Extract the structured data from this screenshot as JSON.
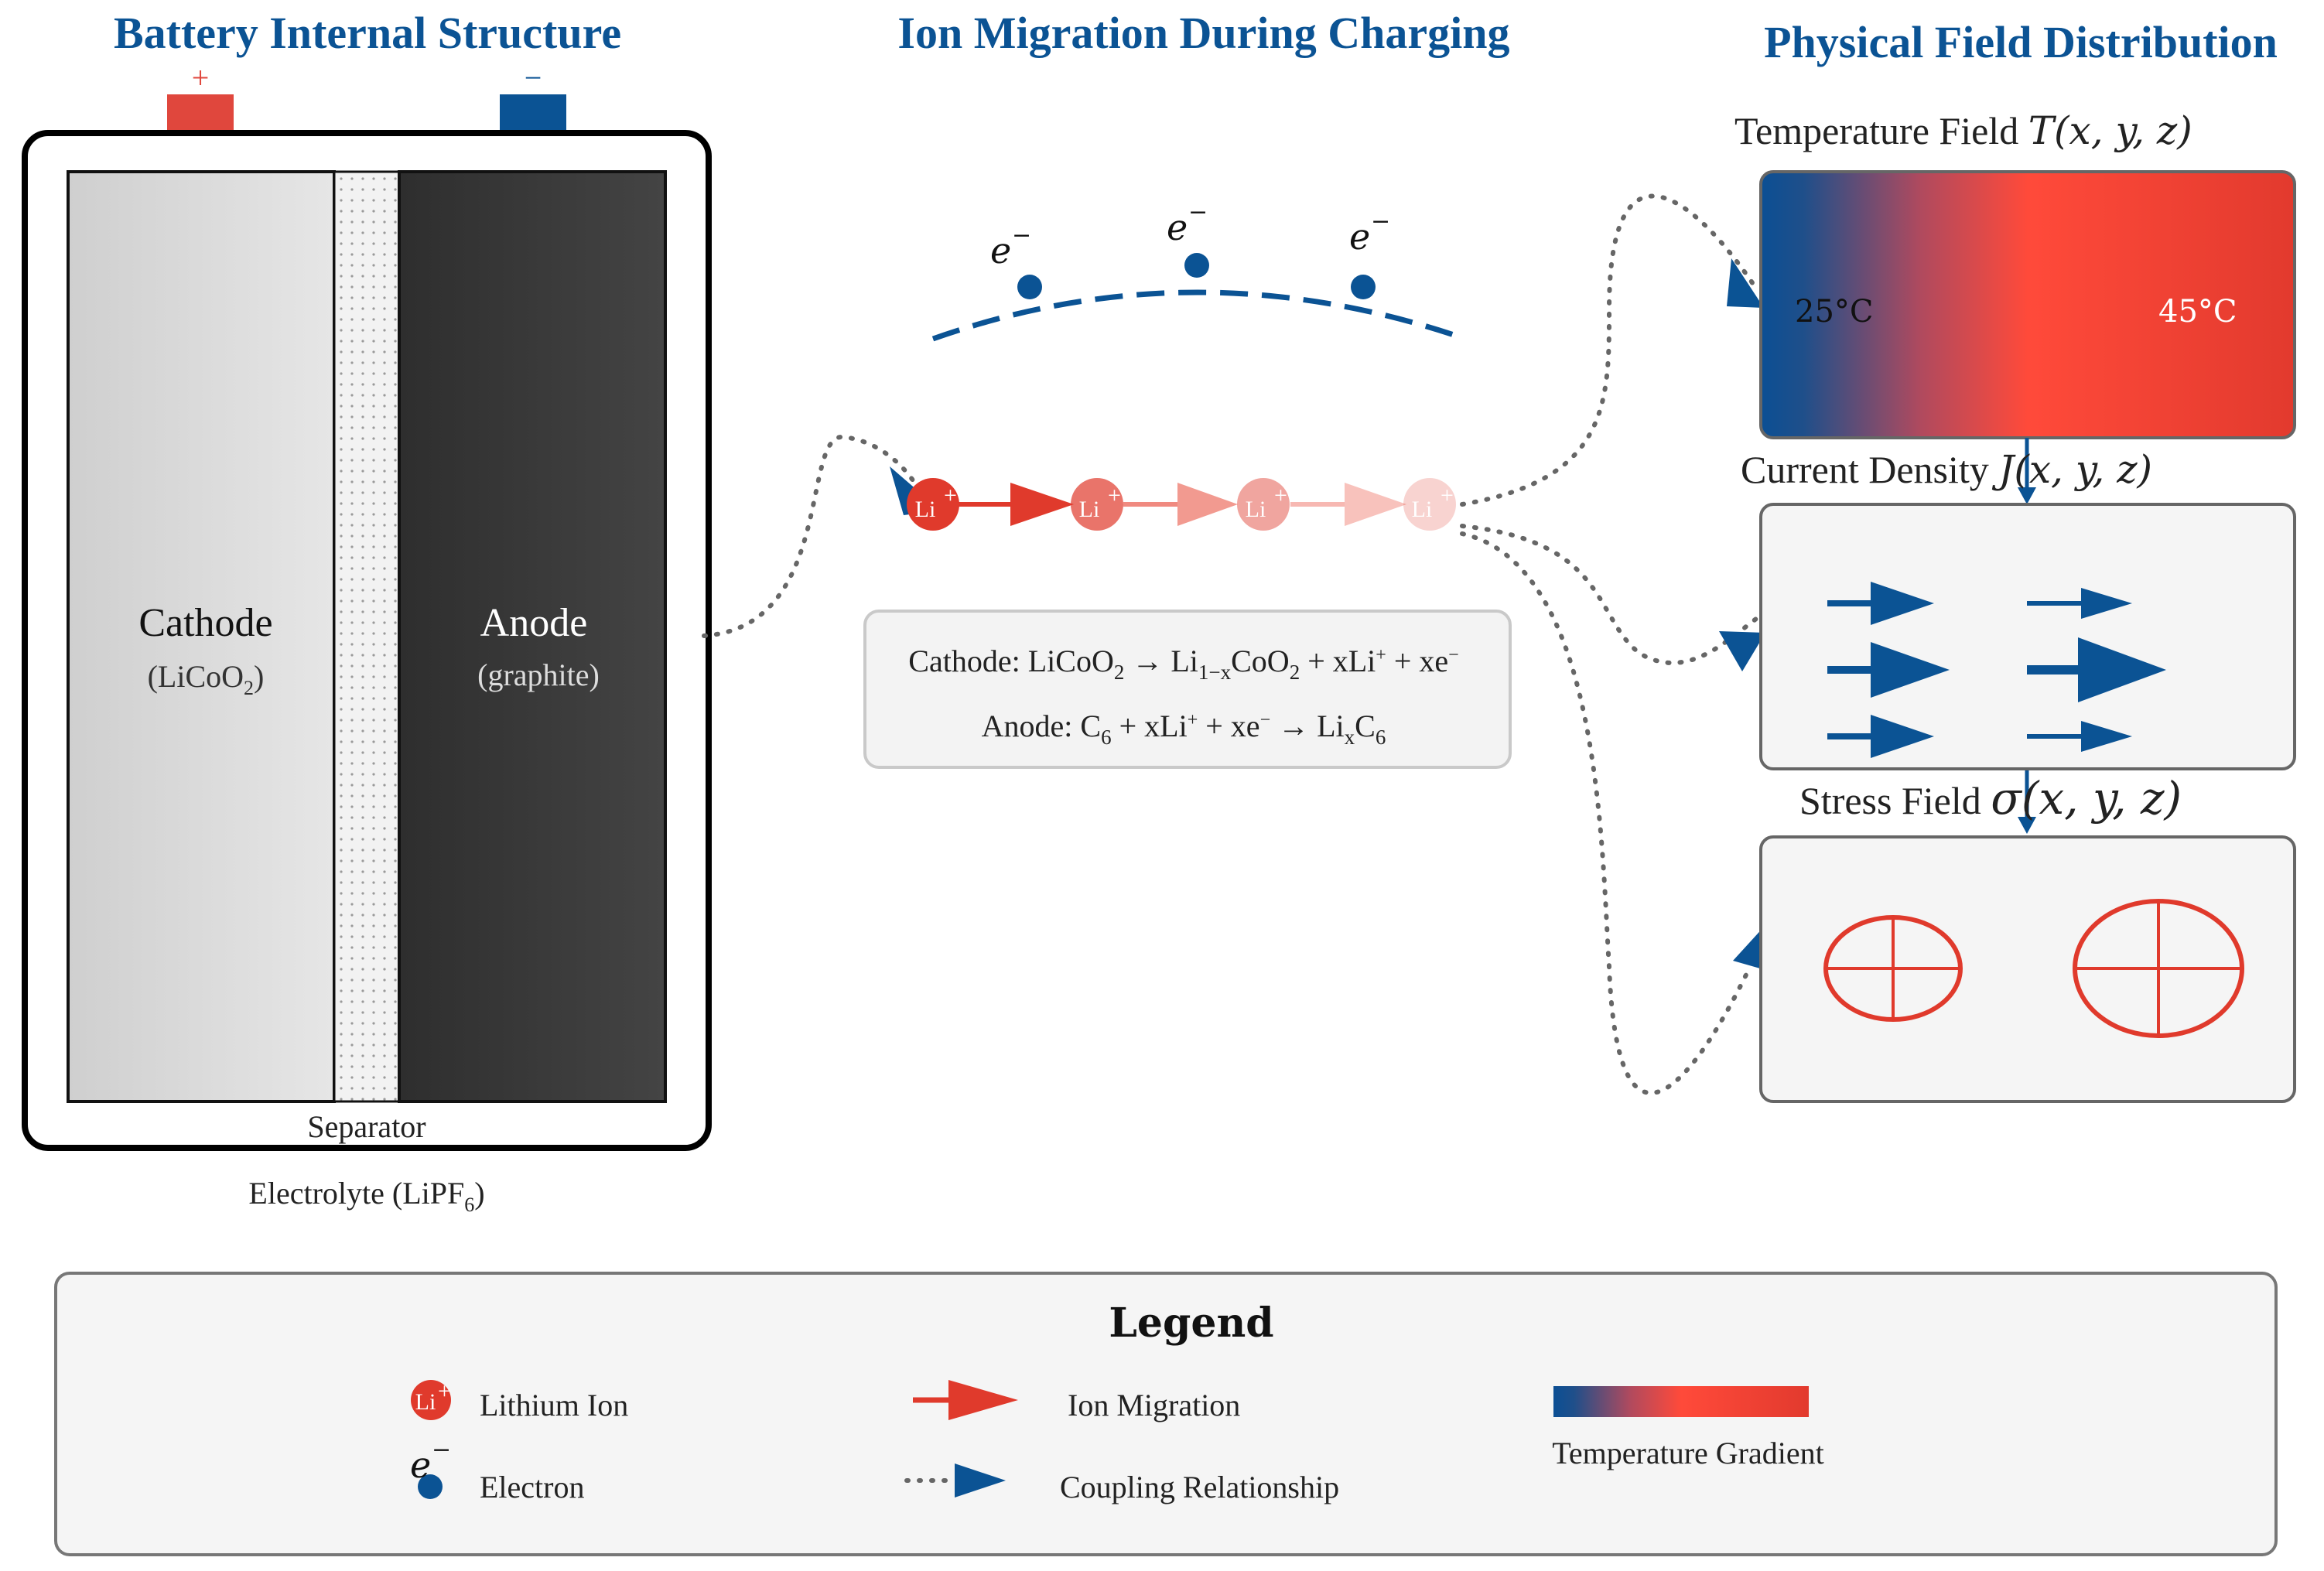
{
  "titles": {
    "structure": "Battery Internal Structure",
    "migration": "Ion Migration During Charging",
    "fields": "Physical Field Distribution"
  },
  "battery": {
    "positive_symbol": "+",
    "negative_symbol": "−",
    "cathode_label": "Cathode",
    "cathode_formula_a": "(LiCoO",
    "cathode_formula_sub": "2",
    "cathode_formula_b": ")",
    "anode_label": "Anode",
    "anode_material": "(graphite)",
    "separator_label": "Separator",
    "electrolyte_a": "Electrolyte (LiPF",
    "electrolyte_sub": "6",
    "electrolyte_b": ")"
  },
  "migration": {
    "electron_symbol": "e",
    "electron_sup": "−",
    "ion_symbol": "Li",
    "ion_sup": "+",
    "eq_cathode_prefix": "Cathode: LiCoO",
    "eq_cathode_s1": "2",
    "eq_cathode_arrow": " → Li",
    "eq_cathode_s2": "1−x",
    "eq_cathode_mid": "CoO",
    "eq_cathode_s3": "2",
    "eq_cathode_mid2": " + xLi",
    "eq_cathode_p1": "+",
    "eq_cathode_mid3": " + xe",
    "eq_cathode_p2": "−",
    "eq_anode_prefix": "Anode: C",
    "eq_anode_s1": "6",
    "eq_anode_mid": " + xLi",
    "eq_anode_p1": "+",
    "eq_anode_mid2": " + xe",
    "eq_anode_p2": "−",
    "eq_anode_arrow": " → Li",
    "eq_anode_s2": "x",
    "eq_anode_end": "C",
    "eq_anode_s3": "6"
  },
  "fields": {
    "temperature_label": "Temperature Field ",
    "temperature_math": "T(x, y, z)",
    "temp_low": "25°C",
    "temp_high": "45°C",
    "current_label": "Current Density ",
    "current_math": "J(x, y, z)",
    "stress_label": "Stress Field ",
    "stress_math": "σ(x, y, z)"
  },
  "legend": {
    "title": "Legend",
    "lithium_ion": "Lithium Ion",
    "electron": "Electron",
    "ion_migration": "Ion Migration",
    "coupling": "Coupling Relationship",
    "temperature_gradient": "Temperature Gradient"
  },
  "colors": {
    "blue": "#0b5394",
    "red": "#e03a2c",
    "cathode_gray": "#d9d9d9",
    "anode_dark": "#3a3a3a",
    "panel_bg": "#f5f5f5",
    "temp_cold": "#0b5394",
    "temp_hot": "#ff4a3a"
  }
}
